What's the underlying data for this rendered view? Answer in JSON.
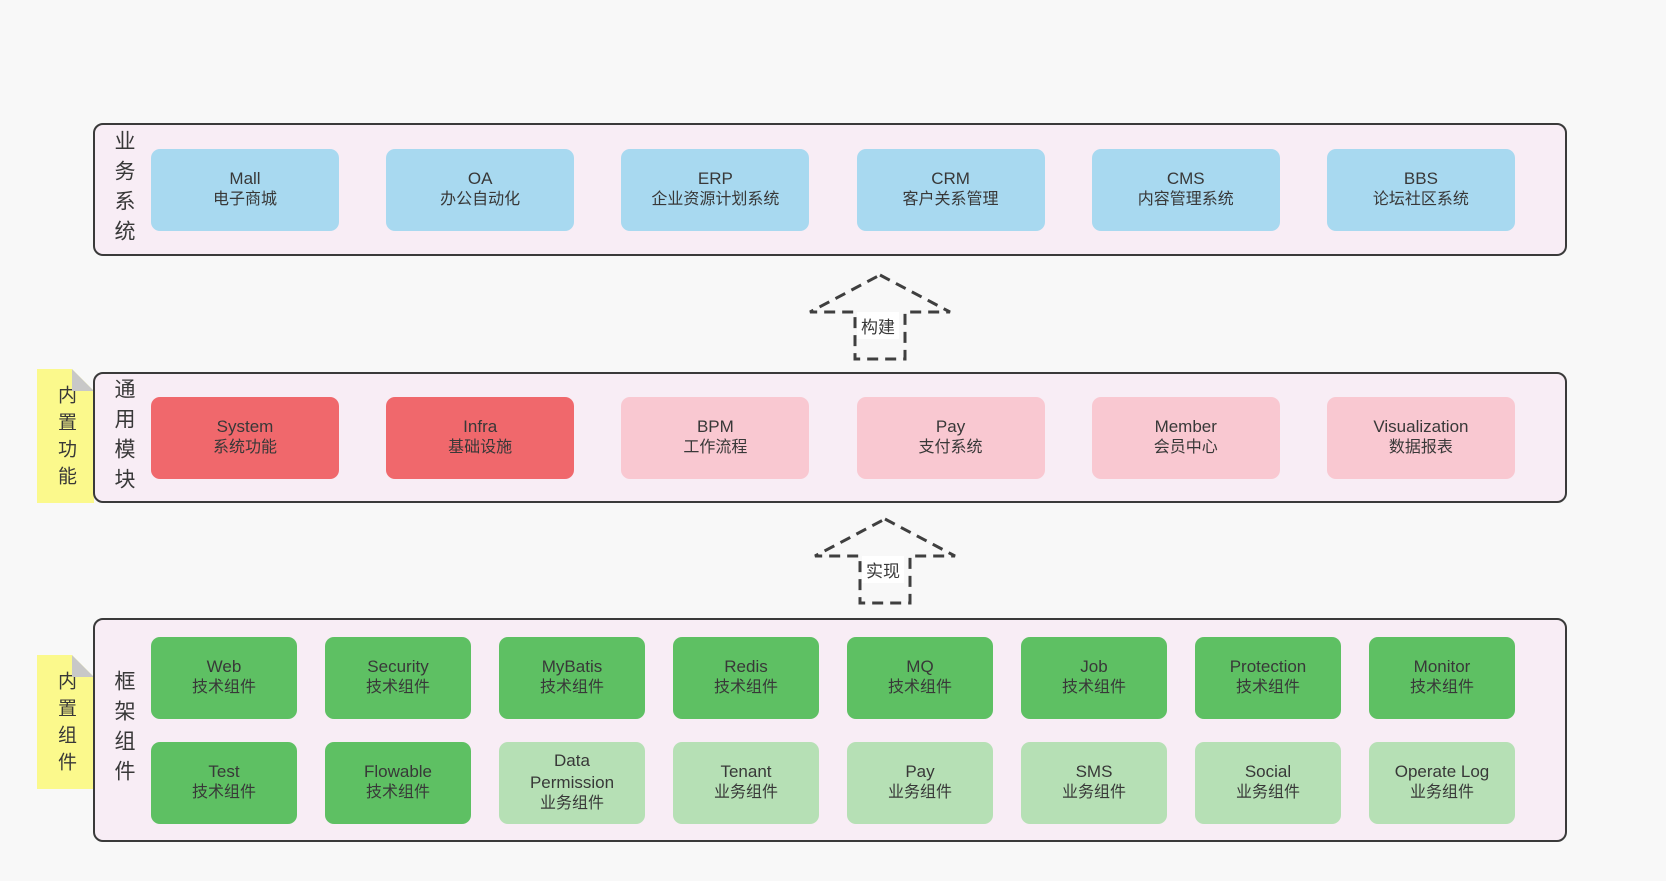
{
  "diagram": {
    "colors": {
      "page_bg": "#f8f8f8",
      "container_bg": "#f8edf5",
      "container_border": "#3a3a3a",
      "note_bg": "#fbf98c",
      "note_fold": "#c8c8c8",
      "arrow_stroke": "#3f3f3f",
      "text": "#383838",
      "blue": "#a8d9f0",
      "red": "#f0686c",
      "pink": "#f9c8d1",
      "green": "#5ec063",
      "lightgreen": "#b6e0b5"
    },
    "arrows": [
      {
        "label": "构建"
      },
      {
        "label": "实现"
      }
    ],
    "layers": [
      {
        "id": "business-systems",
        "side_label": "业务系统",
        "note": "",
        "rows": [
          [
            {
              "name": "Mall",
              "desc": "电子商城",
              "color": "blue"
            },
            {
              "name": "OA",
              "desc": "办公自动化",
              "color": "blue"
            },
            {
              "name": "ERP",
              "desc": "企业资源计划系统",
              "color": "blue"
            },
            {
              "name": "CRM",
              "desc": "客户关系管理",
              "color": "blue"
            },
            {
              "name": "CMS",
              "desc": "内容管理系统",
              "color": "blue"
            },
            {
              "name": "BBS",
              "desc": "论坛社区系统",
              "color": "blue"
            }
          ]
        ]
      },
      {
        "id": "common-modules",
        "side_label": "通用模块",
        "note": "内置功能",
        "rows": [
          [
            {
              "name": "System",
              "desc": "系统功能",
              "color": "red"
            },
            {
              "name": "Infra",
              "desc": "基础设施",
              "color": "red"
            },
            {
              "name": "BPM",
              "desc": "工作流程",
              "color": "pink"
            },
            {
              "name": "Pay",
              "desc": "支付系统",
              "color": "pink"
            },
            {
              "name": "Member",
              "desc": "会员中心",
              "color": "pink"
            },
            {
              "name": "Visualization",
              "desc": "数据报表",
              "color": "pink"
            }
          ]
        ]
      },
      {
        "id": "framework-components",
        "side_label": "框架组件",
        "note": "内置组件",
        "rows": [
          [
            {
              "name": "Web",
              "desc": "技术组件",
              "color": "green"
            },
            {
              "name": "Security",
              "desc": "技术组件",
              "color": "green"
            },
            {
              "name": "MyBatis",
              "desc": "技术组件",
              "color": "green"
            },
            {
              "name": "Redis",
              "desc": "技术组件",
              "color": "green"
            },
            {
              "name": "MQ",
              "desc": "技术组件",
              "color": "green"
            },
            {
              "name": "Job",
              "desc": "技术组件",
              "color": "green"
            },
            {
              "name": "Protection",
              "desc": "技术组件",
              "color": "green"
            },
            {
              "name": "Monitor",
              "desc": "技术组件",
              "color": "green"
            }
          ],
          [
            {
              "name": "Test",
              "desc": "技术组件",
              "color": "green"
            },
            {
              "name": "Flowable",
              "desc": "技术组件",
              "color": "green"
            },
            {
              "name": "Data Permission",
              "desc": "业务组件",
              "color": "lightgreen"
            },
            {
              "name": "Tenant",
              "desc": "业务组件",
              "color": "lightgreen"
            },
            {
              "name": "Pay",
              "desc": "业务组件",
              "color": "lightgreen"
            },
            {
              "name": "SMS",
              "desc": "业务组件",
              "color": "lightgreen"
            },
            {
              "name": "Social",
              "desc": "业务组件",
              "color": "lightgreen"
            },
            {
              "name": "Operate Log",
              "desc": "业务组件",
              "color": "lightgreen"
            }
          ]
        ]
      }
    ]
  }
}
